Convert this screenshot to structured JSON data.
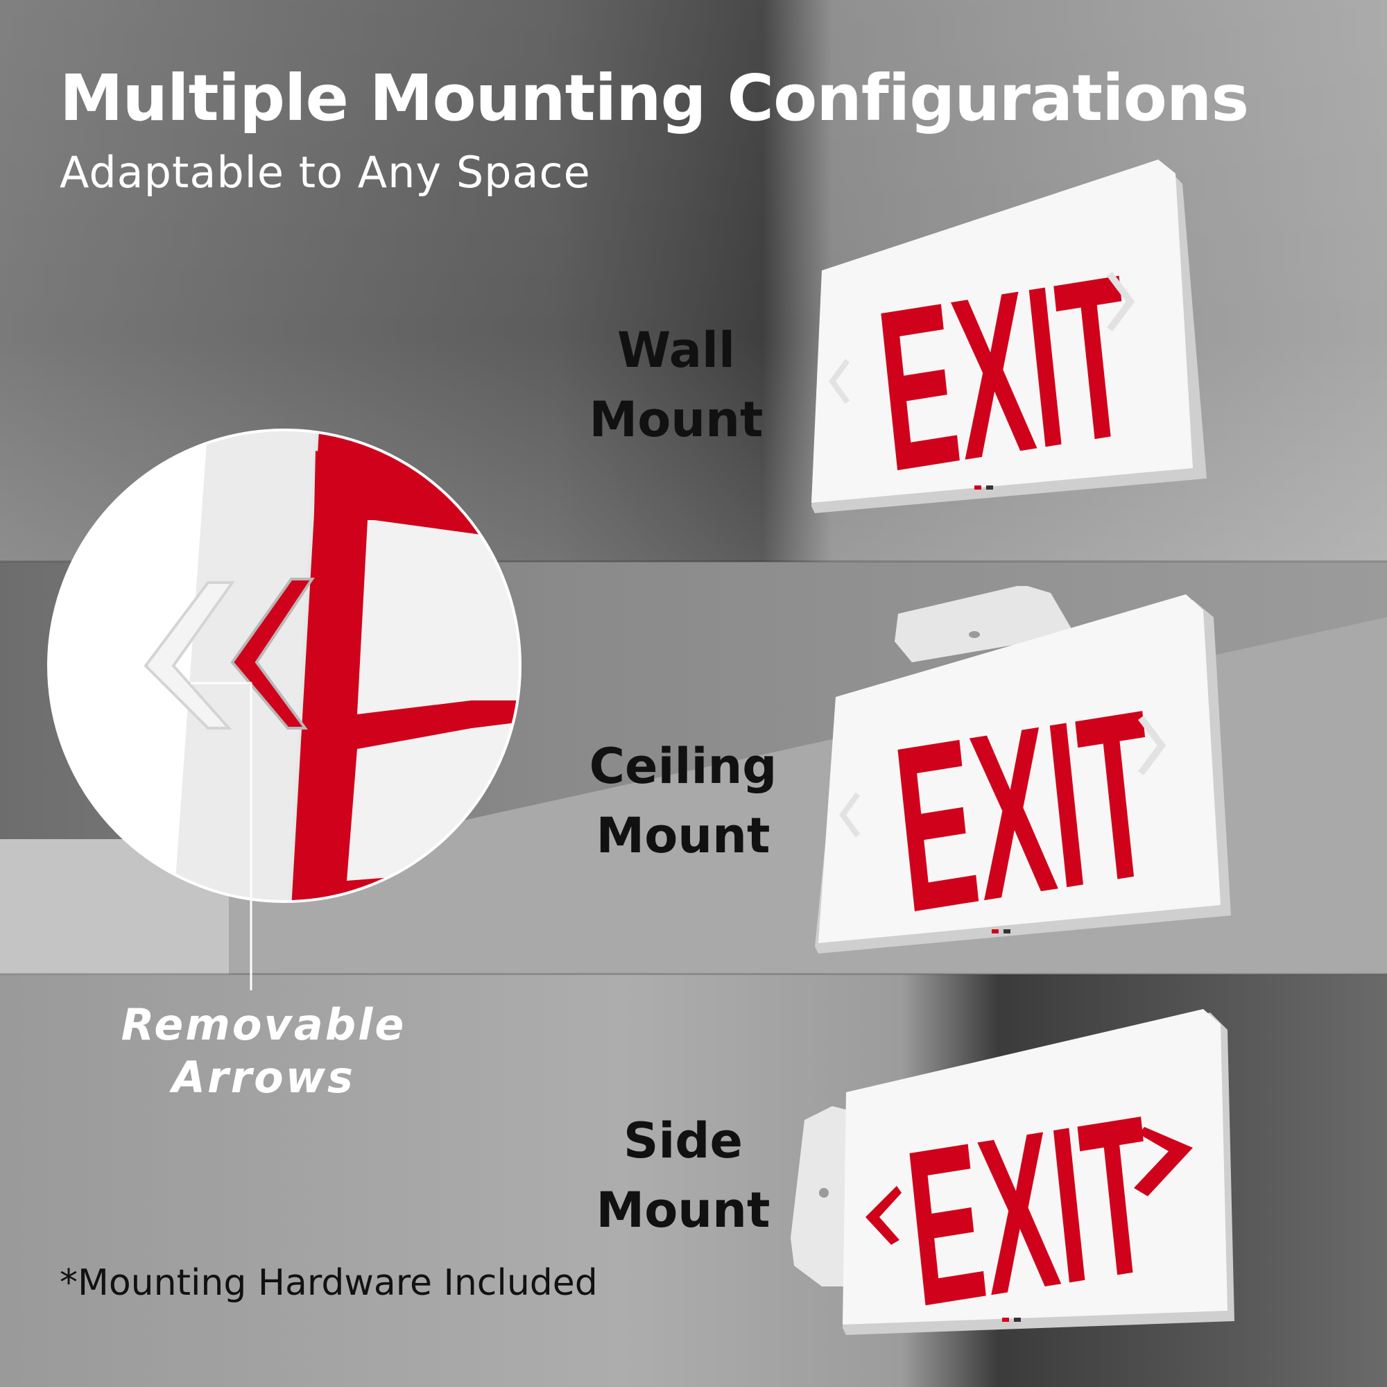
{
  "header": {
    "title": "Multiple Mounting Configurations",
    "subtitle": "Adaptable to Any Space"
  },
  "mounts": {
    "wall": {
      "line1": "Wall",
      "line2": "Mount"
    },
    "ceiling": {
      "line1": "Ceiling",
      "line2": "Mount"
    },
    "side": {
      "line1": "Side",
      "line2": "Mount"
    }
  },
  "sign_text": "EXIT",
  "callout": {
    "line1": "Removable",
    "line2": "Arrows"
  },
  "footnote": "*Mounting Hardware Included",
  "colors": {
    "exit_red": "#d0021b",
    "sign_white": "#f7f7f7",
    "heading_text": "#ffffff",
    "label_text": "#111111"
  },
  "icons": {
    "left_arrow": "chevron-left-icon",
    "right_arrow": "chevron-right-icon"
  }
}
